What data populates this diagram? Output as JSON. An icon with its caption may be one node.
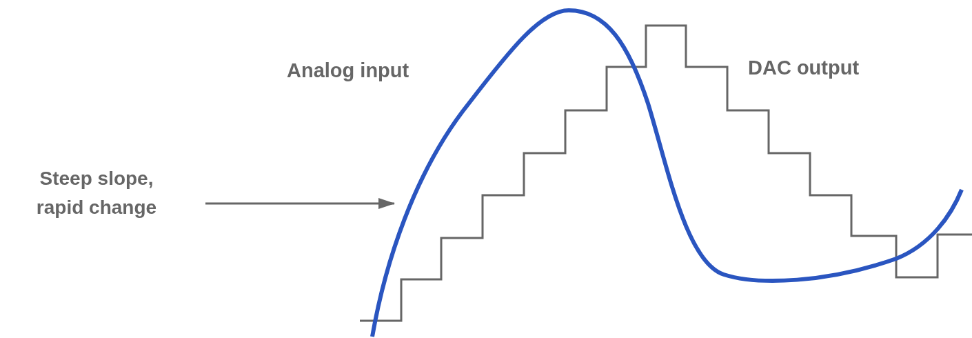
{
  "diagram": {
    "nodes": [
      {
        "text": [
          "Steep slope, rapid change"
        ]
      },
      {
        "text": [],
        "shape": "picture"
      }
    ],
    "edges": [
      {
        "from": 0,
        "to": 1,
        "arrow": "to"
      }
    ],
    "labels": [
      "Analog input",
      "DAC output"
    ]
  }
}
